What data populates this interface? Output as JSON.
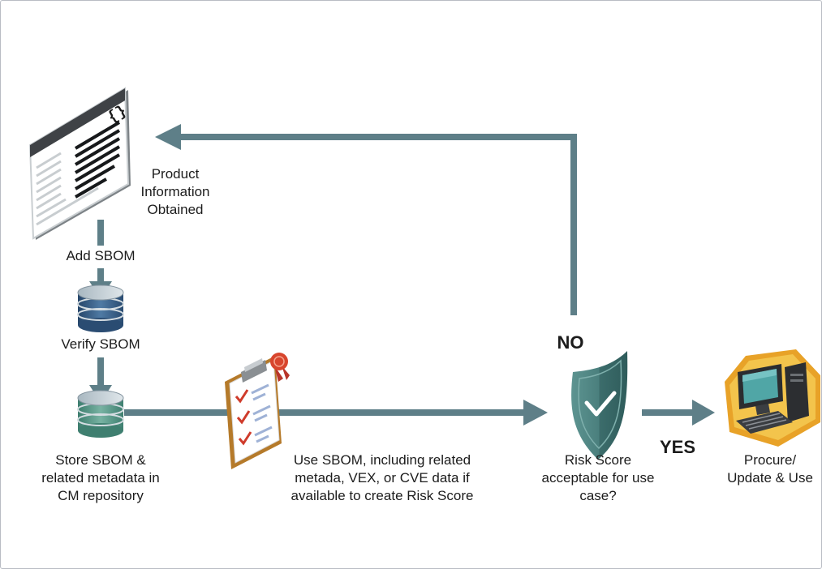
{
  "labels": {
    "product_info": "Product\nInformation\nObtained",
    "add_sbom": "Add SBOM",
    "verify_sbom": "Verify SBOM",
    "store_sbom": "Store SBOM &\nrelated metadata in\nCM repository",
    "use_sbom": "Use SBOM, including related\nmetada, VEX, or CVE data if\navailable to create Risk Score",
    "risk_question": "Risk Score\nacceptable for use\ncase?",
    "no": "NO",
    "yes": "YES",
    "procure": "Procure/\nUpdate & Use"
  },
  "icons": {
    "document": "document-code-icon",
    "database_1": "database-icon",
    "database_2": "database-icon",
    "clipboard": "checklist-clipboard-icon",
    "shield": "shield-check-icon",
    "computer": "desktop-computer-icon"
  },
  "colors": {
    "arrow": "#5e7f88",
    "shield": "#4f8482",
    "gold": "#e8a228",
    "badge_red": "#d8452d"
  }
}
